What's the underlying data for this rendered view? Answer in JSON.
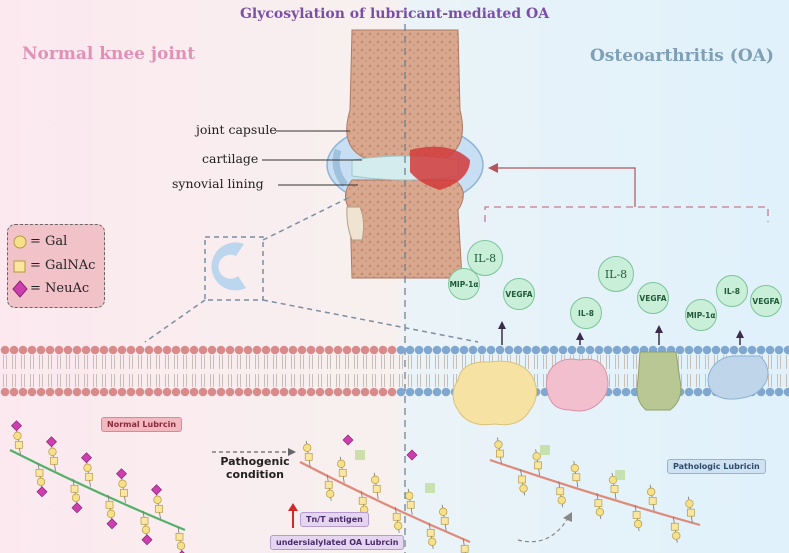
{
  "title": "Glycosylation of lubricant-mediated OA",
  "panels": {
    "left_heading": "Normal knee joint",
    "right_heading": "Osteoarthritis (OA)"
  },
  "anatomy_labels": {
    "joint_capsule": "joint capsule",
    "cartilage": "cartilage",
    "synovial_lining": "synovial lining"
  },
  "legend": {
    "gal": "= Gal",
    "galnac": "= GalNAc",
    "neuac": "= NeuAc"
  },
  "cytokines": [
    {
      "id": "il8-a",
      "label": "IL-8"
    },
    {
      "id": "mip-a",
      "label": "MIP-1α"
    },
    {
      "id": "vegfa-a",
      "label": "VEGFA"
    },
    {
      "id": "il8-b",
      "label": "IL-8"
    },
    {
      "id": "il8-c",
      "label": "IL-8"
    },
    {
      "id": "vegfa-b",
      "label": "VEGFA"
    },
    {
      "id": "il8-d",
      "label": "IL-8"
    },
    {
      "id": "mip-b",
      "label": "MIP-1α"
    },
    {
      "id": "vegfa-c",
      "label": "VEGFA"
    }
  ],
  "lubricin": {
    "normal": "Normal Lubrcin",
    "pathologic": "Pathologic Lubricin",
    "tn_antigen": "Tn/T antigen",
    "undersialylated": "undersialylated OA Lubrcin"
  },
  "pathogenic_condition": "Pathogenic condition",
  "colors": {
    "title": "#7b4fa8",
    "normal_heading": "#e291b6",
    "oa_heading": "#7e9fb5",
    "membrane_left": "#d98b8b",
    "membrane_right": "#7fa7cf",
    "gal": "#f6e089",
    "galnac": "#fbe6a0",
    "neuac": "#cc3fae",
    "cytokine": "#c9efd8"
  }
}
